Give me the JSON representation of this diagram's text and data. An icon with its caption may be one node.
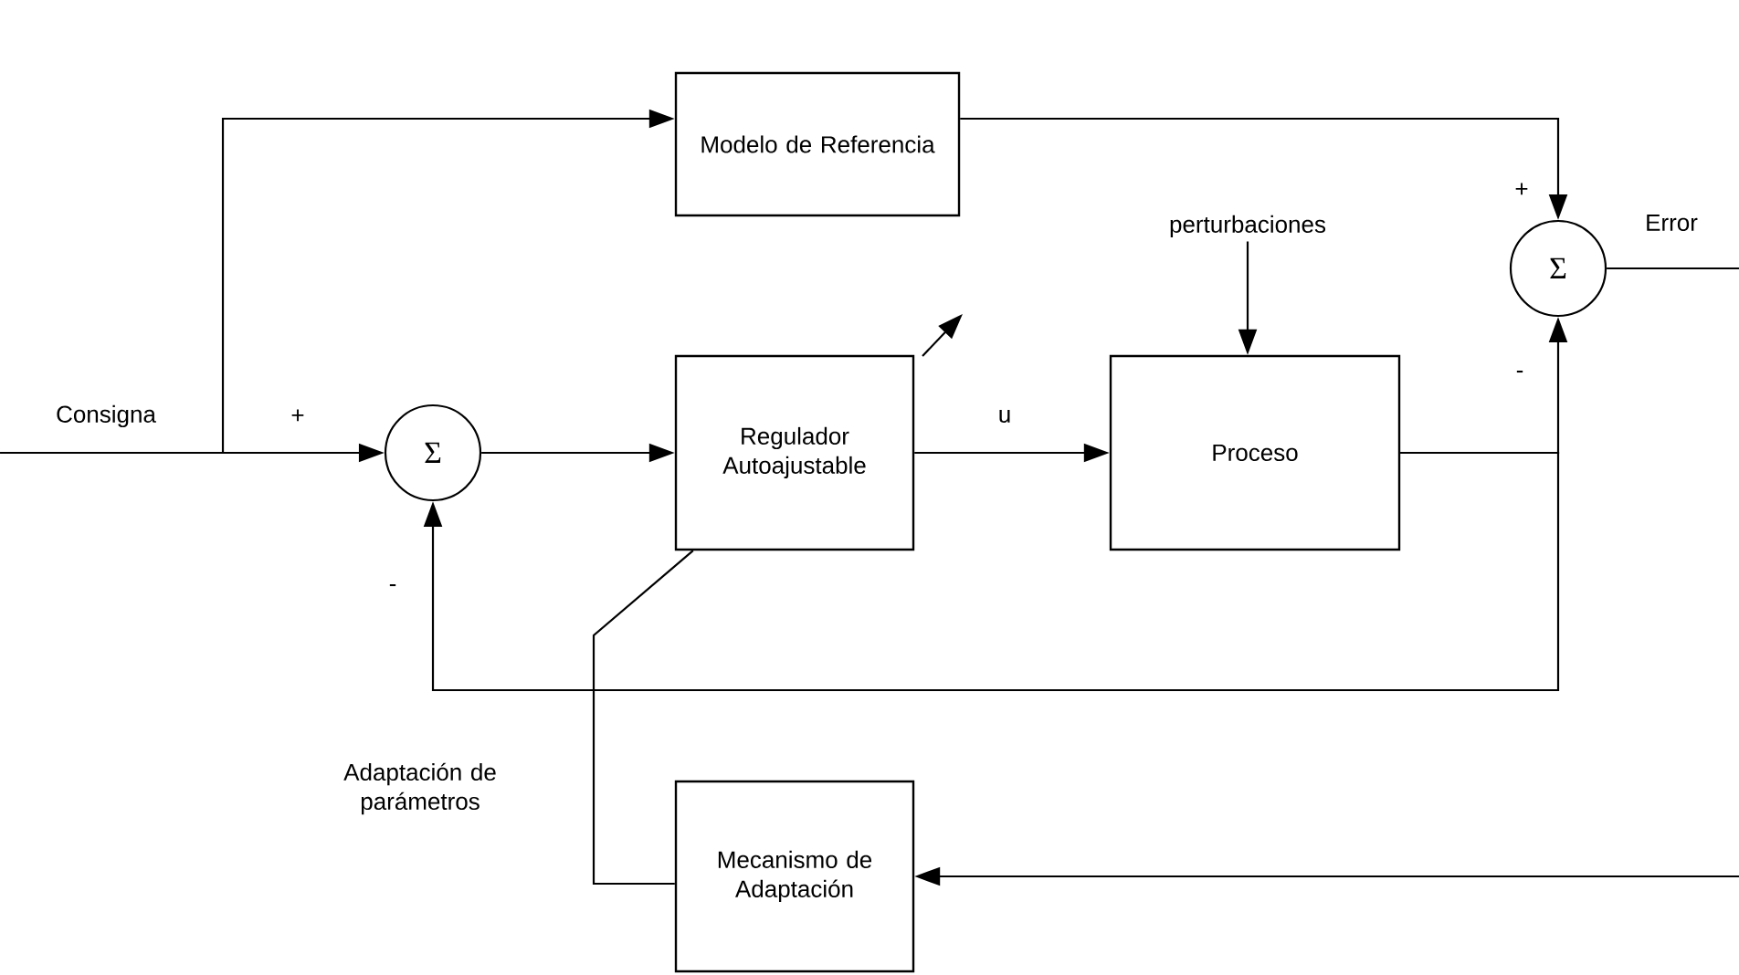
{
  "diagram": {
    "nodes": [
      {
        "text": [
          "Modelo de Referencia"
        ]
      },
      {
        "text": [
          "Σ"
        ]
      },
      {
        "text": [
          "Regulador Autoajustable"
        ]
      },
      {
        "text": [
          "Proceso"
        ]
      },
      {
        "text": [
          "Σ"
        ]
      },
      {
        "text": [
          "Mecanismo de Adaptación"
        ]
      },
      {
        "text": [
          "perturbaciones"
        ]
      }
    ],
    "edges": [
      {
        "from": null,
        "to": 1,
        "arrow": "to",
        "label": "Consigna"
      },
      {
        "from": null,
        "to": 0,
        "arrow": "to"
      },
      {
        "from": 0,
        "to": 4,
        "arrow": "to"
      },
      {
        "from": 1,
        "to": 2,
        "arrow": "to"
      },
      {
        "from": 2,
        "to": 3,
        "arrow": "to",
        "label": "u"
      },
      {
        "from": 3,
        "to": 4,
        "arrow": "to"
      },
      {
        "from": 3,
        "to": 1,
        "arrow": "to"
      },
      {
        "from": 4,
        "to": null,
        "arrow": "none",
        "label": "Error"
      },
      {
        "from": null,
        "to": 5,
        "arrow": "to"
      },
      {
        "from": 5,
        "to": 2,
        "arrow": "none",
        "label": "Adaptación de parámetros"
      },
      {
        "from": 6,
        "to": 3,
        "arrow": "to"
      }
    ],
    "labels": [
      "+",
      "-",
      "+",
      "-"
    ]
  }
}
